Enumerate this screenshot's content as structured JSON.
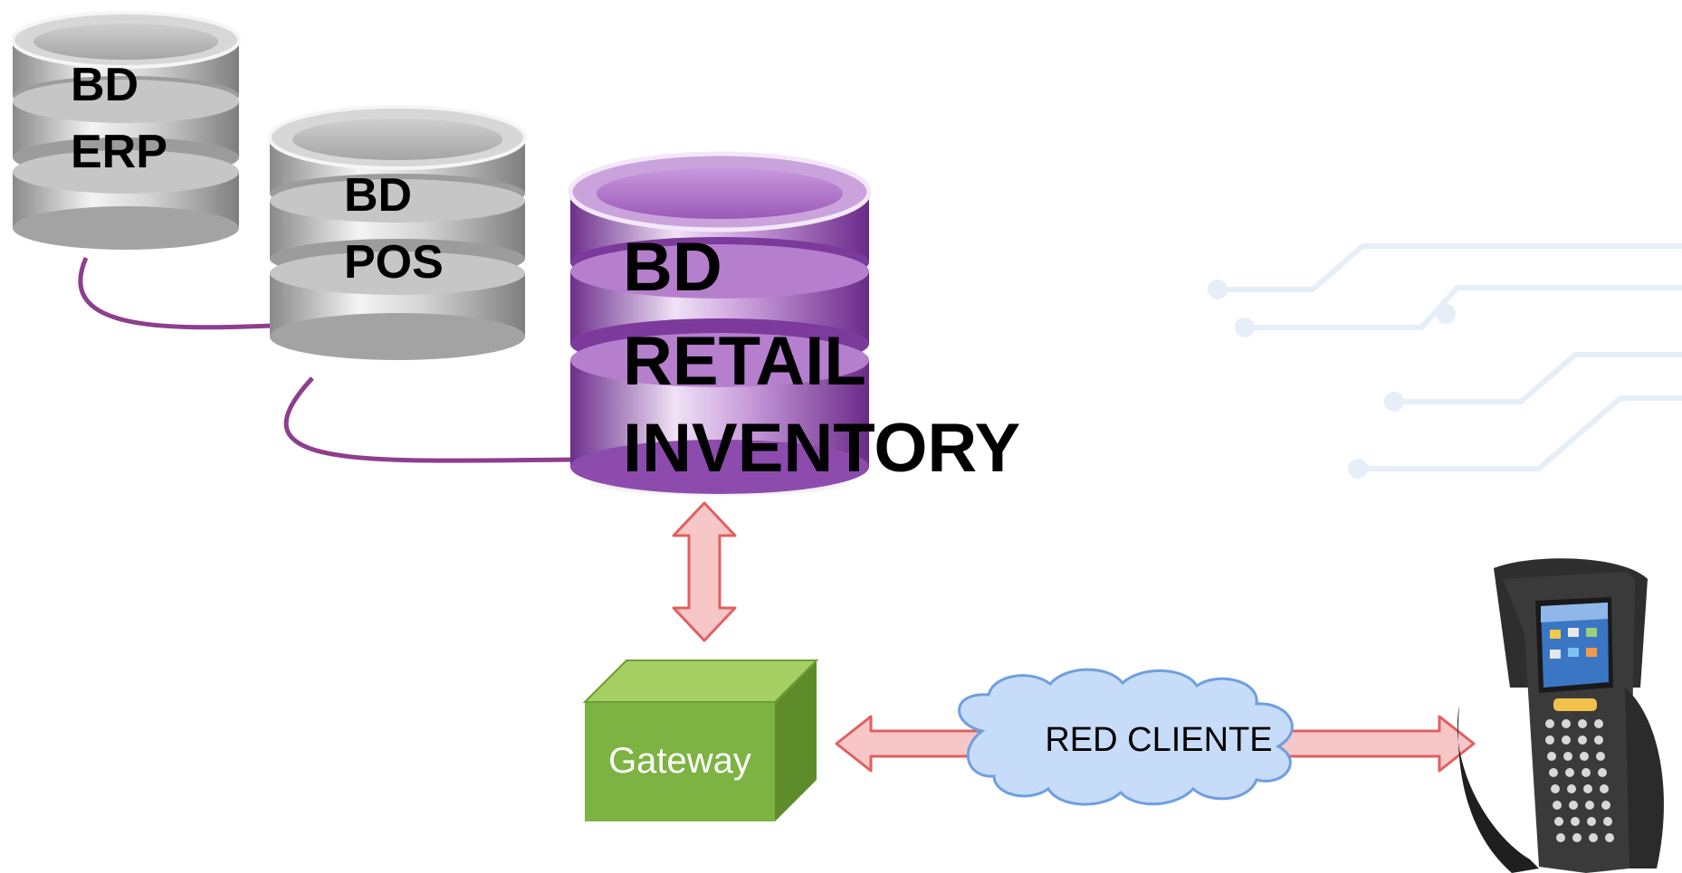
{
  "databases": {
    "erp": {
      "line1": "BD",
      "line2": "ERP"
    },
    "pos": {
      "line1": "BD",
      "line2": "POS"
    },
    "retail": {
      "line1": "BD",
      "line2": "RETAIL",
      "line3": "INVENTORY"
    }
  },
  "gateway": {
    "label": "Gateway"
  },
  "network": {
    "label": "RED CLIENTE"
  },
  "colors": {
    "db_gray": "#b9b9b9",
    "db_purple": "#9b59b6",
    "cable": "#8e3e8e",
    "arrow_fill": "#f7c6c6",
    "arrow_stroke": "#e06060",
    "gateway_green": "#7cb342",
    "cloud_fill": "#c7dcf8",
    "cloud_stroke": "#6f9fe0",
    "circuit": "#e6eef8"
  },
  "icons": {
    "device": "handheld-rfid-scanner-icon"
  }
}
